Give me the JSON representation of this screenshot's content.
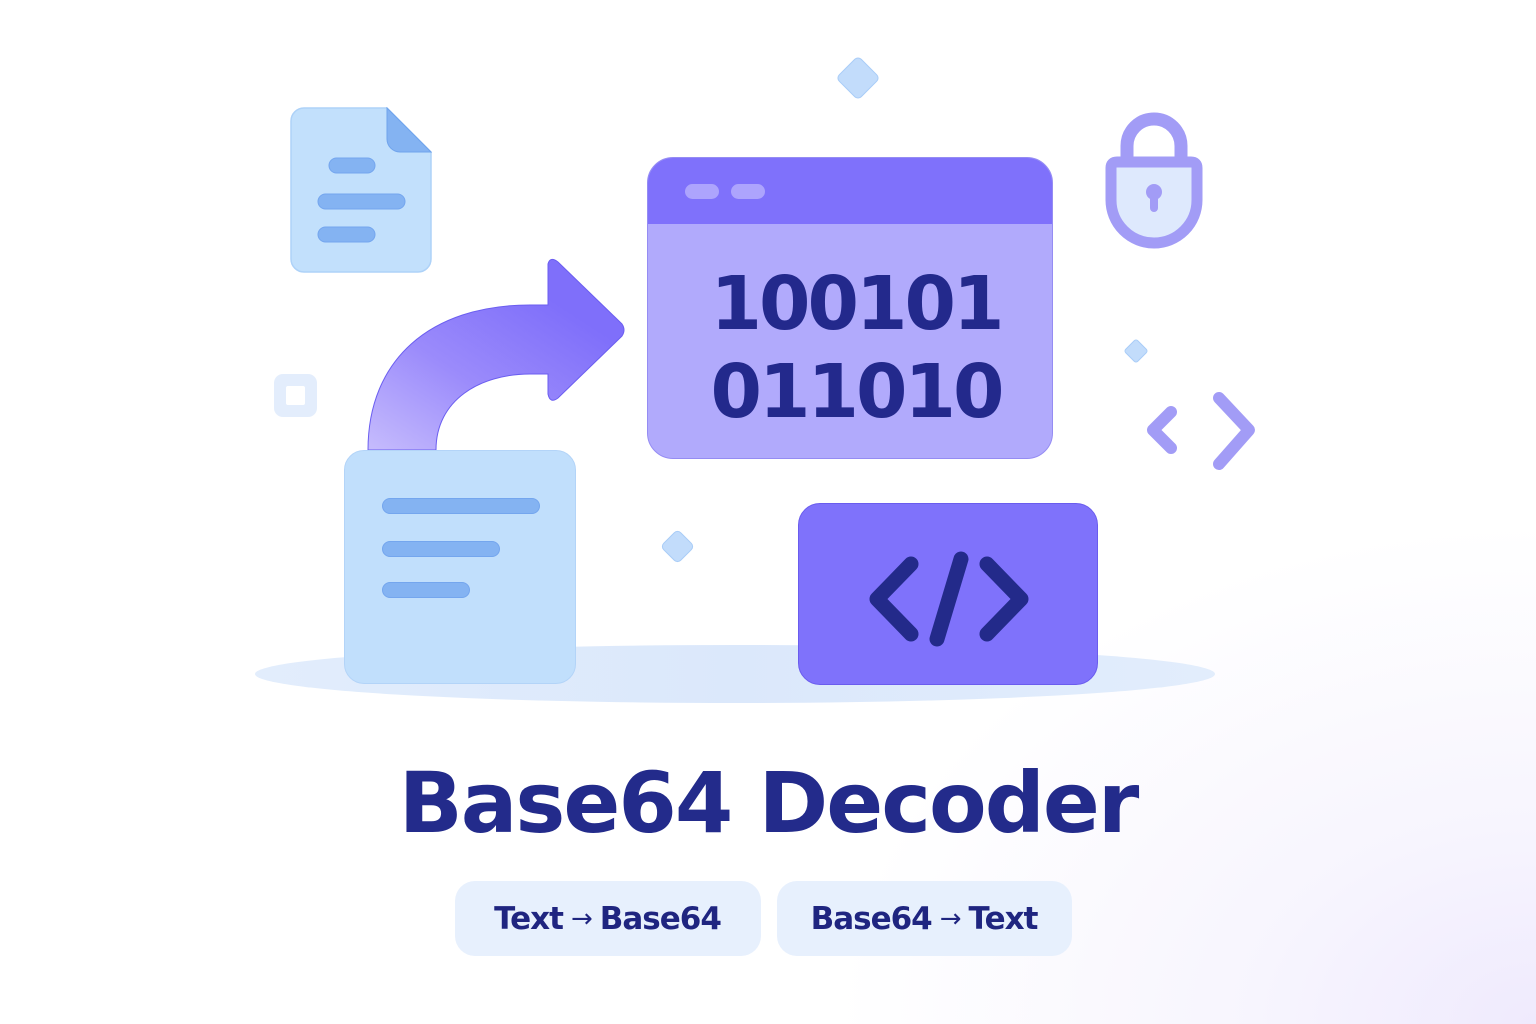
{
  "title": "Base64 Decoder",
  "window_card": {
    "binary_lines": [
      "100101",
      "011010"
    ]
  },
  "modes": [
    {
      "from": "Text",
      "arrow": "→",
      "to": "Base64"
    },
    {
      "from": "Base64",
      "arrow": "→",
      "to": "Text"
    }
  ],
  "icons": {
    "doc_small": "document-icon",
    "doc_large": "document-card",
    "arrow": "curved-arrow-icon",
    "window": "browser-window",
    "code": "code-brackets-icon",
    "lock": "padlock-icon",
    "chevrons": "angle-brackets-icon"
  },
  "colors": {
    "title": "#232b8b",
    "primary_purple": "#7f72fb",
    "light_purple": "#b1aafc",
    "light_blue": "#c1dffc",
    "line_blue": "#84b3f2",
    "pill_bg": "#e7f0fd",
    "dark_navy": "#23298c"
  }
}
